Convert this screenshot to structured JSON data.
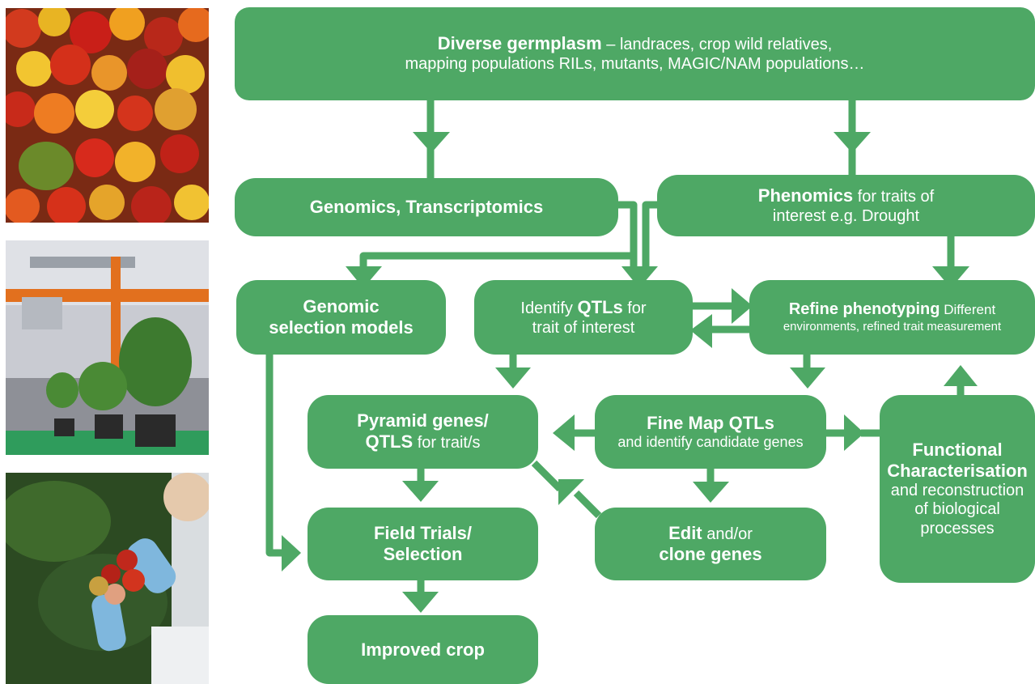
{
  "colors": {
    "box": "#4ea865",
    "text": "#ffffff",
    "background": "#ffffff"
  },
  "photos": [
    {
      "name": "tomato-pile-photo",
      "subject": "assorted tomatoes"
    },
    {
      "name": "phenotyping-platform-photo",
      "subject": "tomato plants under robotic phenotyping rig"
    },
    {
      "name": "tomato-harvest-photo",
      "subject": "gloved hand picking tomatoes"
    }
  ],
  "germplasm": {
    "title": "Diverse germplasm",
    "rest": " – landraces, crop wild relatives,",
    "line2": "mapping populations RILs, mutants, MAGIC/NAM populations…"
  },
  "genomics": {
    "title": "Genomics, Transcriptomics"
  },
  "phenomics": {
    "title": "Phenomics",
    "rest": " for traits of",
    "line2": "interest e.g. Drought"
  },
  "genomic_selection": {
    "line1": "Genomic",
    "line2": "selection models"
  },
  "identify_qtls": {
    "pre": "Identify ",
    "bold": "QTLs",
    "post": " for",
    "line2": "trait of interest"
  },
  "refine": {
    "title": "Refine phenotyping",
    "rest": " Different",
    "line2": "environments, refined trait measurement"
  },
  "pyramid": {
    "line1": "Pyramid genes/",
    "bold2": "QTLS",
    "rest2": " for trait/s"
  },
  "fine_map": {
    "title": "Fine Map QTLs",
    "line2": "and identify candidate genes"
  },
  "functional": {
    "line1": "Functional",
    "line2": "Characterisation",
    "line3": "and reconstruction",
    "line4": "of biological",
    "line5": "processes"
  },
  "field_trials": {
    "line1": "Field Trials/",
    "line2": "Selection"
  },
  "edit": {
    "bold1": "Edit",
    "rest1": " and/or",
    "line2": "clone genes"
  },
  "improved": {
    "title": "Improved crop"
  }
}
